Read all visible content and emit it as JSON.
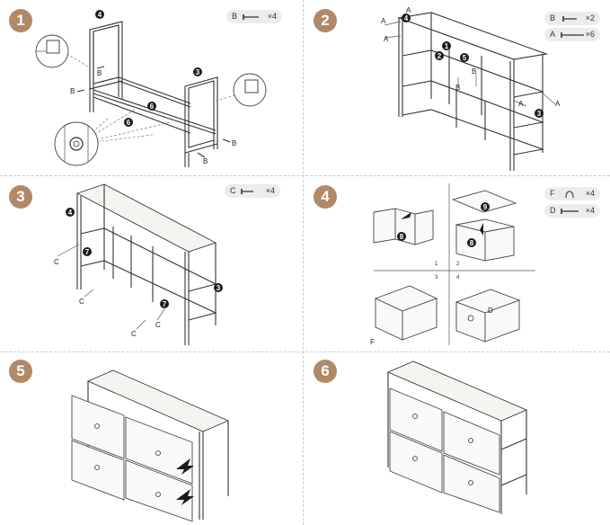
{
  "steps": [
    {
      "number": "1",
      "parts": [
        {
          "letter": "B",
          "qty": "×4"
        }
      ]
    },
    {
      "number": "2",
      "parts": [
        {
          "letter": "B",
          "qty": "×2"
        },
        {
          "letter": "A",
          "qty": "×6"
        }
      ]
    },
    {
      "number": "3",
      "parts": [
        {
          "letter": "C",
          "qty": "×4"
        }
      ]
    },
    {
      "number": "4",
      "parts": [
        {
          "letter": "F",
          "qty": "×4"
        },
        {
          "letter": "D",
          "qty": "×4"
        }
      ]
    },
    {
      "number": "5",
      "parts": []
    },
    {
      "number": "6",
      "parts": []
    }
  ],
  "callouts": {
    "s1": {
      "top_frame": "4",
      "right_frame": "3",
      "bar": "6",
      "detail": "6",
      "screw": "B"
    },
    "s2": {
      "left_frame": "4",
      "right_frame": "3",
      "top_a": "1",
      "top_b": "2",
      "top_c": "5",
      "screw_a": "A",
      "screw_b": "B"
    },
    "s3": {
      "left": "4",
      "right": "3",
      "cross_a": "7",
      "cross_b": "7",
      "screw": "C"
    },
    "s4": {
      "fabric_a": "8",
      "fabric_b": "8",
      "panel": "9",
      "handle": "F",
      "insert": "D",
      "q1": "1",
      "q2": "2",
      "q3": "3",
      "q4": "4"
    }
  }
}
